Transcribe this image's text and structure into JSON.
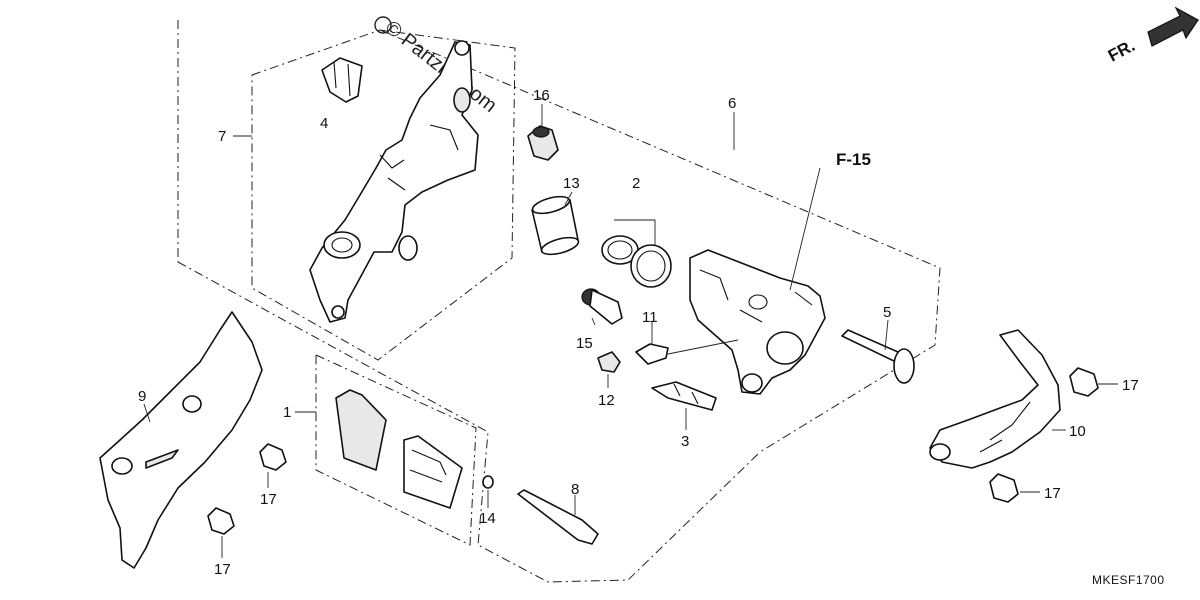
{
  "diagram": {
    "watermark": "© Partzilla.com",
    "direction_label": "FR.",
    "reference_label": "F-15",
    "figure_code": "MKESF1700",
    "callouts": {
      "c1": "1",
      "c2": "2",
      "c3": "3",
      "c4": "4",
      "c5": "5",
      "c6": "6",
      "c7": "7",
      "c8": "8",
      "c9": "9",
      "c10": "10",
      "c11": "11",
      "c12": "12",
      "c13": "13",
      "c14": "14",
      "c15": "15",
      "c16": "16",
      "c17a": "17",
      "c17b": "17",
      "c17c": "17",
      "c17d": "17"
    }
  }
}
